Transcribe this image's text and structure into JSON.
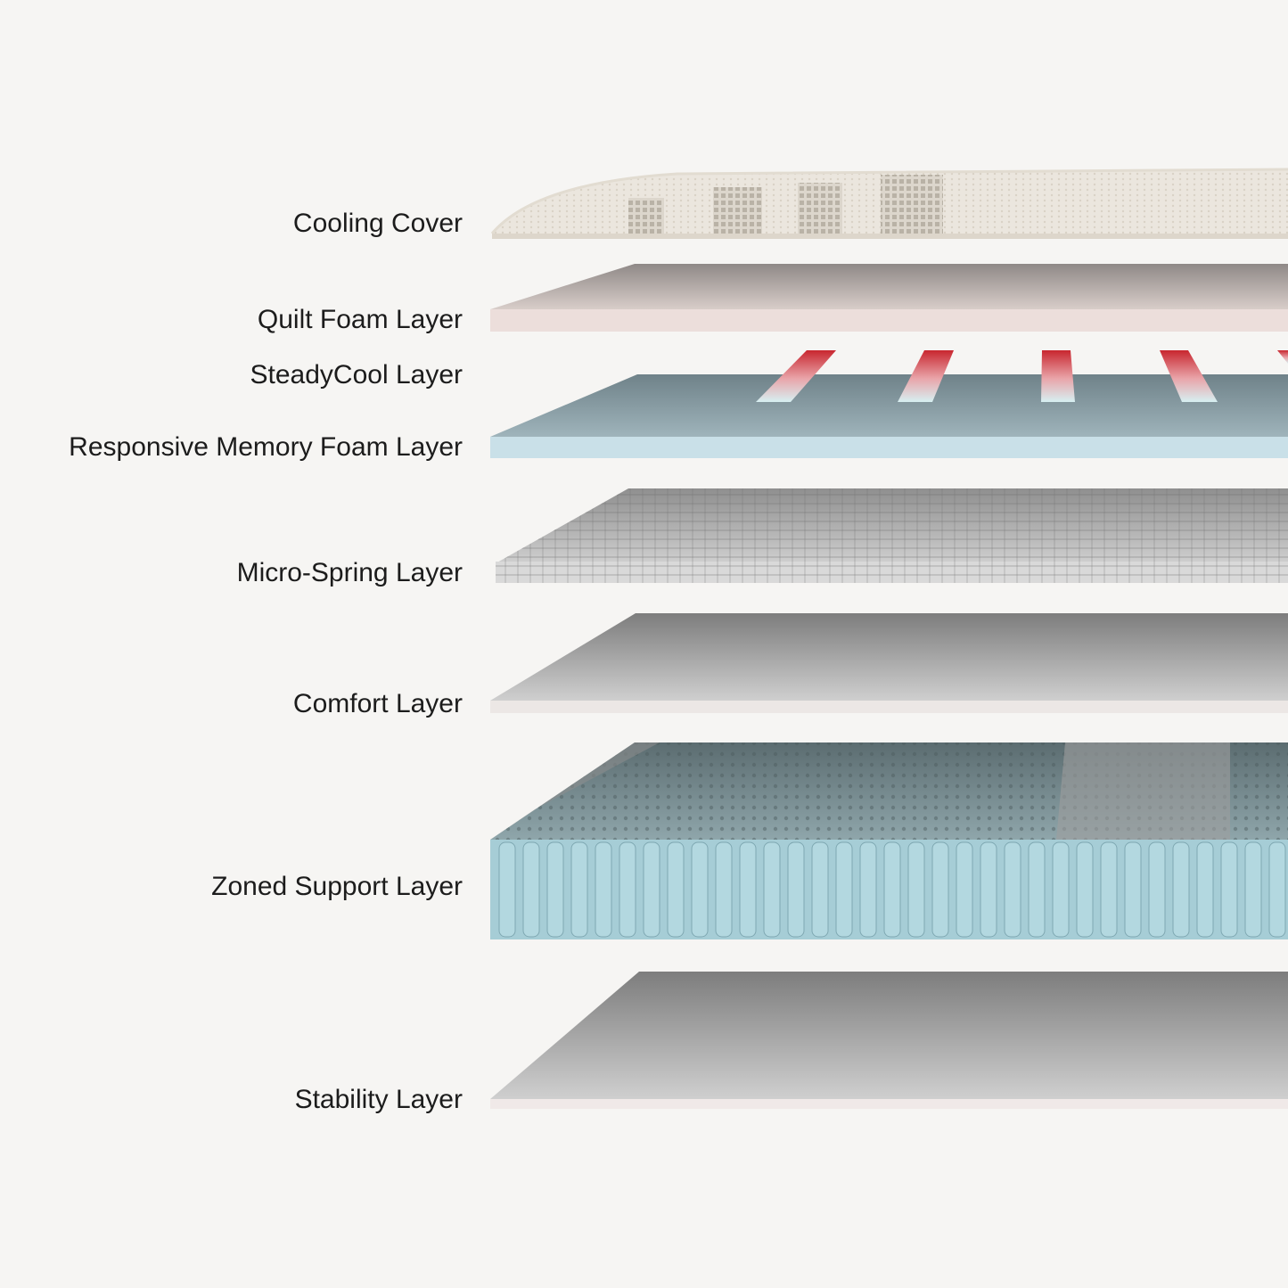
{
  "layers": [
    {
      "label": "Cooling Cover"
    },
    {
      "label": "Quilt Foam Layer"
    },
    {
      "label": "SteadyCool Layer"
    },
    {
      "label": "Responsive Memory Foam Layer"
    },
    {
      "label": "Micro-Spring Layer"
    },
    {
      "label": "Comfort Layer"
    },
    {
      "label": "Zoned Support Layer"
    },
    {
      "label": "Stability Layer"
    }
  ],
  "colors": {
    "background": "#f6f5f3",
    "label_text": "#1c1c1c",
    "cover": "#e9e4dc",
    "quilt_front": "#ecdedb",
    "memory_foam_front": "#c9e0e8",
    "steadycool_strip": "#d2313c",
    "micro_spring": "#9a9a9a",
    "zoned_springs": "#a6cdd6",
    "foam_top": "#858585"
  }
}
